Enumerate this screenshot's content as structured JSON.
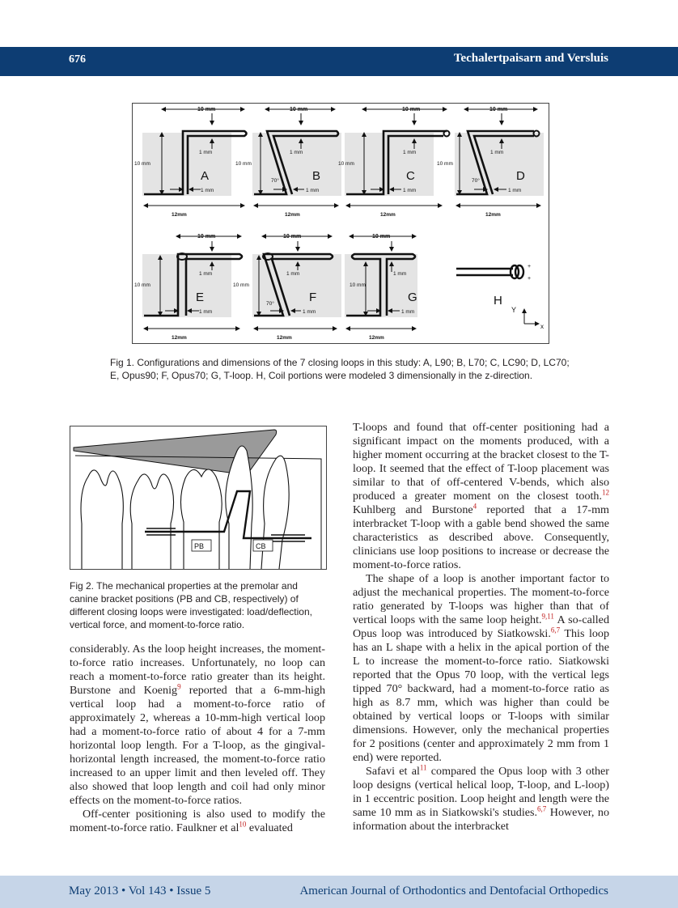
{
  "header": {
    "page_number": "676",
    "authors": "Techalertpaisarn and Versluis"
  },
  "figure1": {
    "panels": [
      "A",
      "B",
      "C",
      "D",
      "E",
      "F",
      "G",
      "H"
    ],
    "dim_top": "10 mm",
    "dim_inner": "1 mm",
    "dim_height": "10 mm",
    "dim_bottom": "12mm",
    "angle": "70°",
    "axis_y": "Y",
    "axis_x": "x",
    "caption": "Fig 1. Configurations and dimensions of the 7 closing loops in this study: A, L90; B, L70; C, LC90; D, LC70; E, Opus90; F, Opus70; G, T-loop. H, Coil portions were modeled 3 dimensionally in the z-direction."
  },
  "figure2": {
    "label_pb": "PB",
    "label_cb": "CB",
    "caption": "Fig 2. The mechanical properties at the premolar and canine bracket positions (PB and CB, respectively) of different closing loops were investigated: load/deflection, vertical force, and moment-to-force ratio."
  },
  "left_column": {
    "p1_a": "considerably. As the loop height increases, the moment-to-force ratio increases. Unfortunately, no loop can reach a moment-to-force ratio greater than its height. Burstone and Koenig",
    "p1_ref1": "9",
    "p1_b": " reported that a 6-mm-high vertical loop had a moment-to-force ratio of approximately 2, whereas a 10-mm-high vertical loop had a moment-to-force ratio of about 4 for a 7-mm horizontal loop length. For a T-loop, as the gingival-horizontal length increased, the moment-to-force ratio increased to an upper limit and then leveled off. They also showed that loop length and coil had only minor effects on the moment-to-force ratios.",
    "p2_a": "Off-center positioning is also used to modify the moment-to-force ratio. Faulkner et al",
    "p2_ref1": "10",
    "p2_b": " evaluated"
  },
  "right_column": {
    "p1_a": "T-loops and found that off-center positioning had a significant impact on the moments produced, with a higher moment occurring at the bracket closest to the T-loop. It seemed that the effect of T-loop placement was similar to that of off-centered V-bends, which also produced a greater moment on the closest tooth.",
    "p1_ref1": "12",
    "p1_b": " Kuhlberg and Burstone",
    "p1_ref2": "4",
    "p1_c": " reported that a 17-mm interbracket T-loop with a gable bend showed the same characteristics as described above. Consequently, clinicians use loop positions to increase or decrease the moment-to-force ratios.",
    "p2_a": "The shape of a loop is another important factor to adjust the mechanical properties. The moment-to-force ratio generated by T-loops was higher than that of vertical loops with the same loop height.",
    "p2_ref1": "9,11",
    "p2_b": " A so-called Opus loop was introduced by Siatkowski.",
    "p2_ref2": "6,7",
    "p2_c": " This loop has an L shape with a helix in the apical portion of the L to increase the moment-to-force ratio. Siatkowski reported that the Opus 70 loop, with the vertical legs tipped 70° backward, had a moment-to-force ratio as high as 8.7 mm, which was higher than could be obtained by vertical loops or T-loops with similar dimensions. However, only the mechanical properties for 2 positions (center and approximately 2 mm from 1 end) were reported.",
    "p3_a": "Safavi et al",
    "p3_ref1": "11",
    "p3_b": " compared the Opus loop with 3 other loop designs (vertical helical loop, T-loop, and L-loop) in 1 eccentric position. Loop height and length were the same 10 mm as in Siatkowski's studies.",
    "p3_ref2": "6,7",
    "p3_c": " However, no information about the interbracket"
  },
  "footer": {
    "issue": "May 2013 • Vol 143 • Issue 5",
    "journal": "American Journal of Orthodontics and Dentofacial Orthopedics"
  },
  "colors": {
    "header_bar": "#0d3d73",
    "footer_bar": "#c6d5e8",
    "reference": "#c02020"
  }
}
